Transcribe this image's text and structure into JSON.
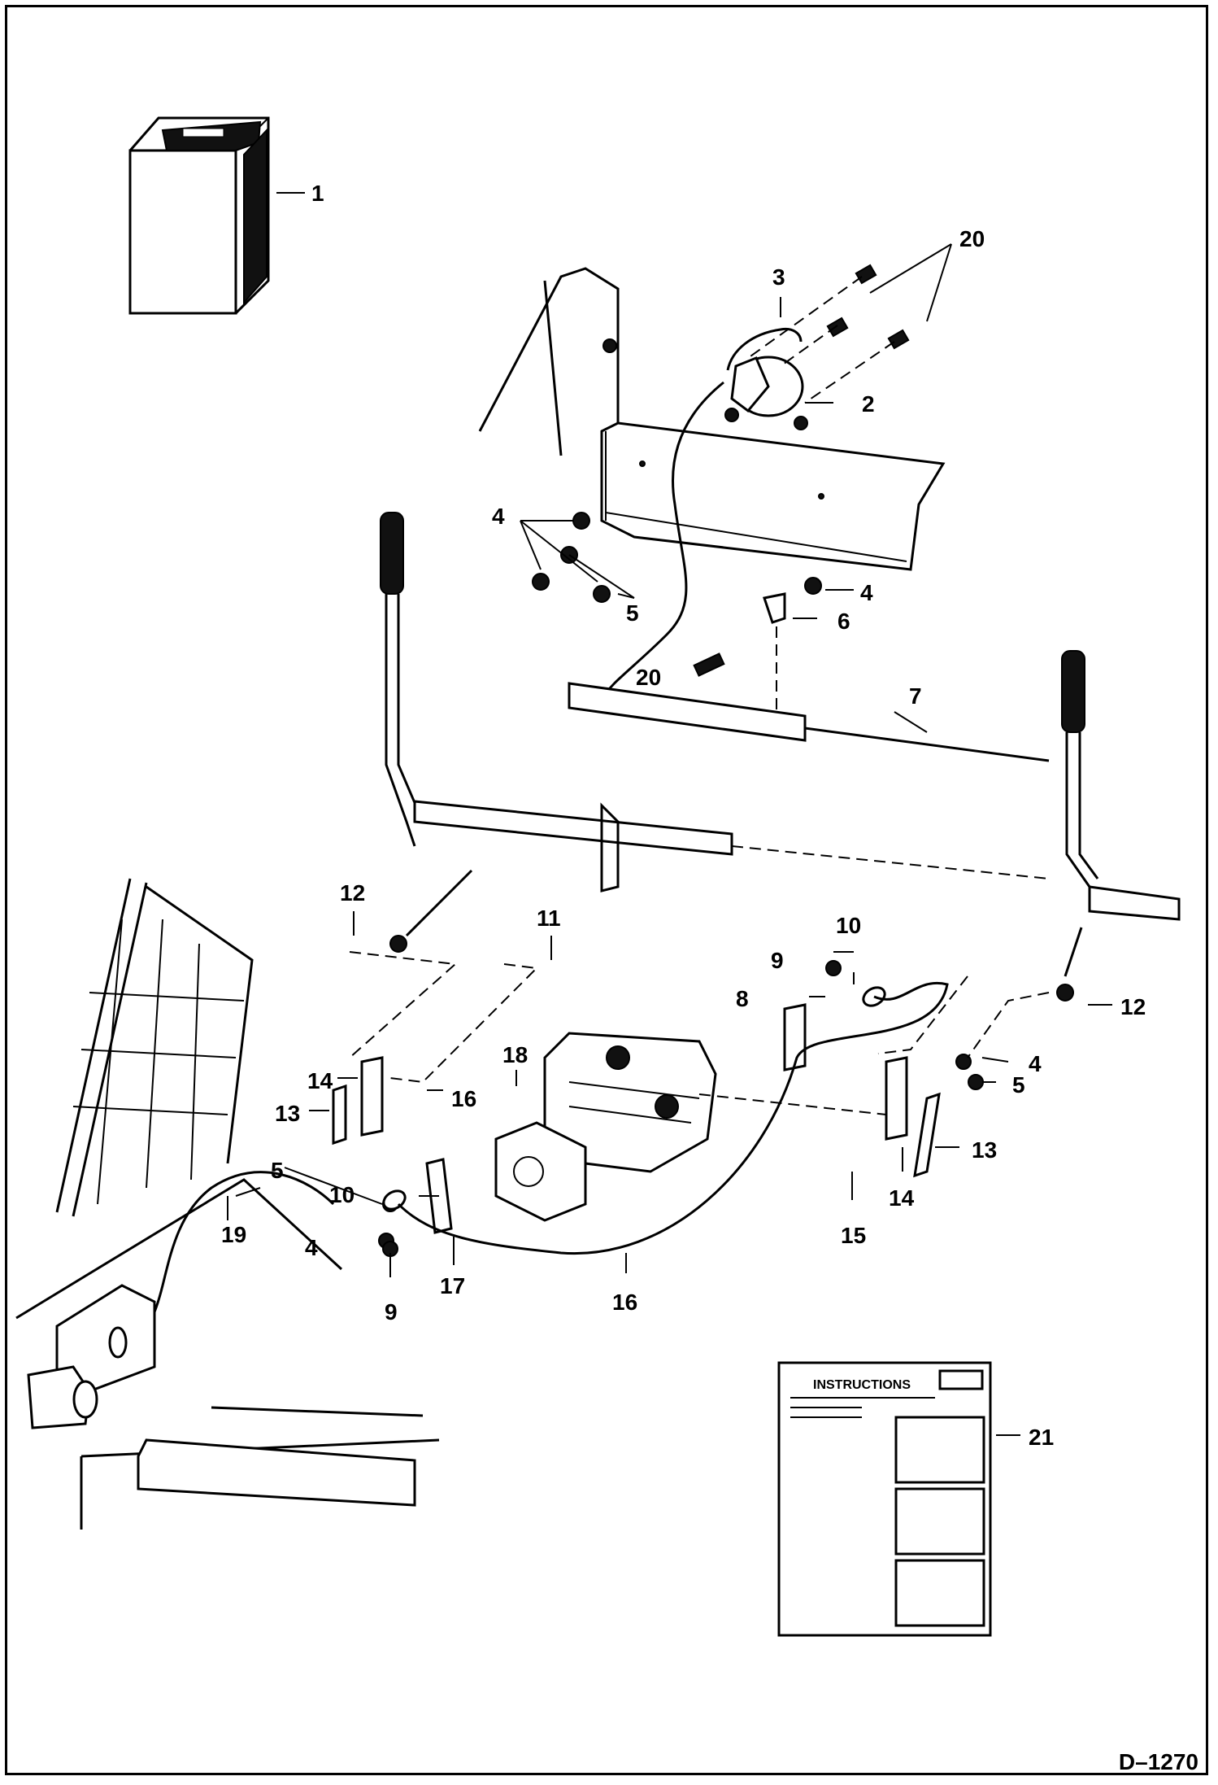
{
  "drawing_id": "D–1270",
  "callouts": {
    "c1": "1",
    "c2": "2",
    "c3": "3",
    "c4a": "4",
    "c4b": "4",
    "c4c": "4",
    "c4d": "4",
    "c5a": "5",
    "c5b": "5",
    "c5c": "5",
    "c6": "6",
    "c7": "7",
    "c8": "8",
    "c9a": "9",
    "c9b": "9",
    "c10a": "10",
    "c10b": "10",
    "c11": "11",
    "c12a": "12",
    "c12b": "12",
    "c13a": "13",
    "c13b": "13",
    "c14a": "14",
    "c14b": "14",
    "c15": "15",
    "c16a": "16",
    "c16b": "16",
    "c17": "17",
    "c18": "18",
    "c19": "19",
    "c20a": "20",
    "c20b": "20",
    "c21": "21"
  },
  "instruction_sheet": {
    "title": "INSTRUCTIONS"
  }
}
